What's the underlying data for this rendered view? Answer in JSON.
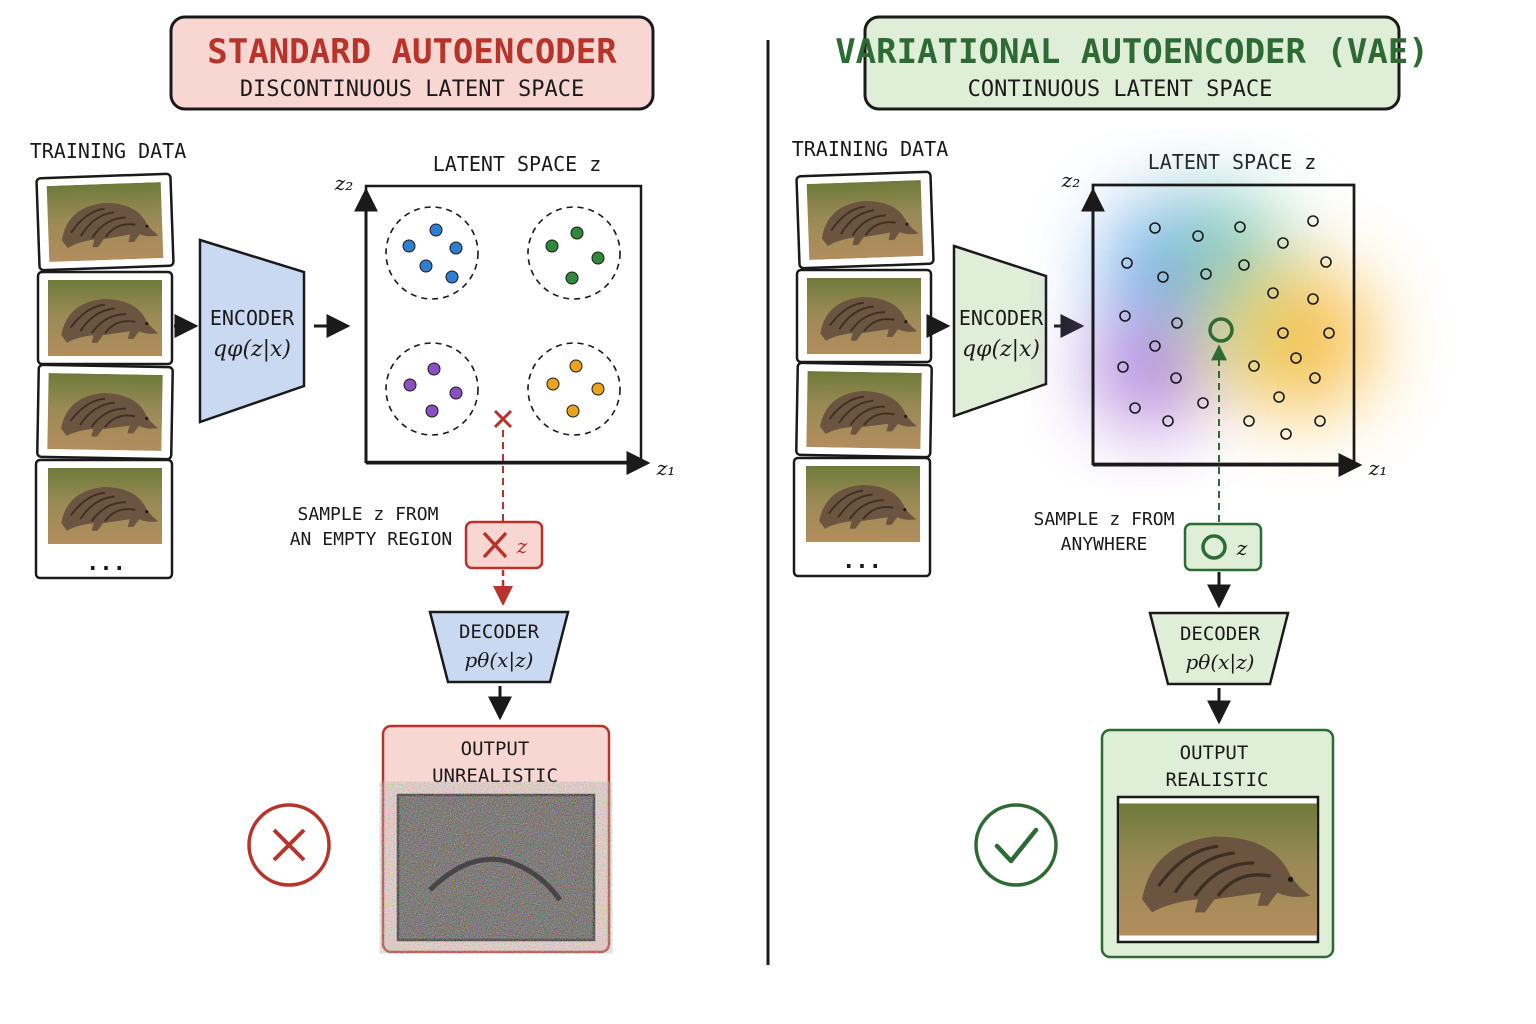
{
  "left": {
    "title": "STANDARD AUTOENCODER",
    "subtitle": "DISCONTINUOUS LATENT SPACE",
    "training_label": "TRAINING DATA",
    "ellipsis": "...",
    "encoder_label": "ENCODER",
    "encoder_formula": "qφ(z|x)",
    "latent_label": "LATENT SPACE z",
    "axis_z1": "z₁",
    "axis_z2": "z₂",
    "sample_line1": "SAMPLE z FROM",
    "sample_line2": "AN EMPTY REGION",
    "sample_var": "z",
    "decoder_label": "DECODER",
    "decoder_formula": "pθ(x|z)",
    "output_label": "OUTPUT",
    "output_quality": "UNREALISTIC"
  },
  "right": {
    "title": "VARIATIONAL AUTOENCODER (VAE)",
    "subtitle": "CONTINUOUS LATENT SPACE",
    "training_label": "TRAINING DATA",
    "ellipsis": "...",
    "encoder_label": "ENCODER",
    "encoder_formula": "qφ(z|x)",
    "latent_label": "LATENT SPACE z",
    "axis_z1": "z₁",
    "axis_z2": "z₂",
    "sample_line1": "SAMPLE z FROM",
    "sample_line2": "ANYWHERE",
    "sample_var": "z",
    "decoder_label": "DECODER",
    "decoder_formula": "pθ(x|z)",
    "output_label": "OUTPUT",
    "output_quality": "REALISTIC"
  },
  "colors": {
    "red": "#b8332a",
    "red_fill": "#f8d7d2",
    "green": "#2e6b34",
    "green_fill": "#dfeed6",
    "blue_fill": "#c9d9f2",
    "blue_point": "#2f7fd0",
    "green_point": "#2e8a3a",
    "purple_point": "#8a4fc0",
    "yellow_point": "#e8a51c"
  },
  "icons": [
    "cross-icon",
    "check-icon",
    "arrow-icon",
    "pangolin-image-icon"
  ]
}
